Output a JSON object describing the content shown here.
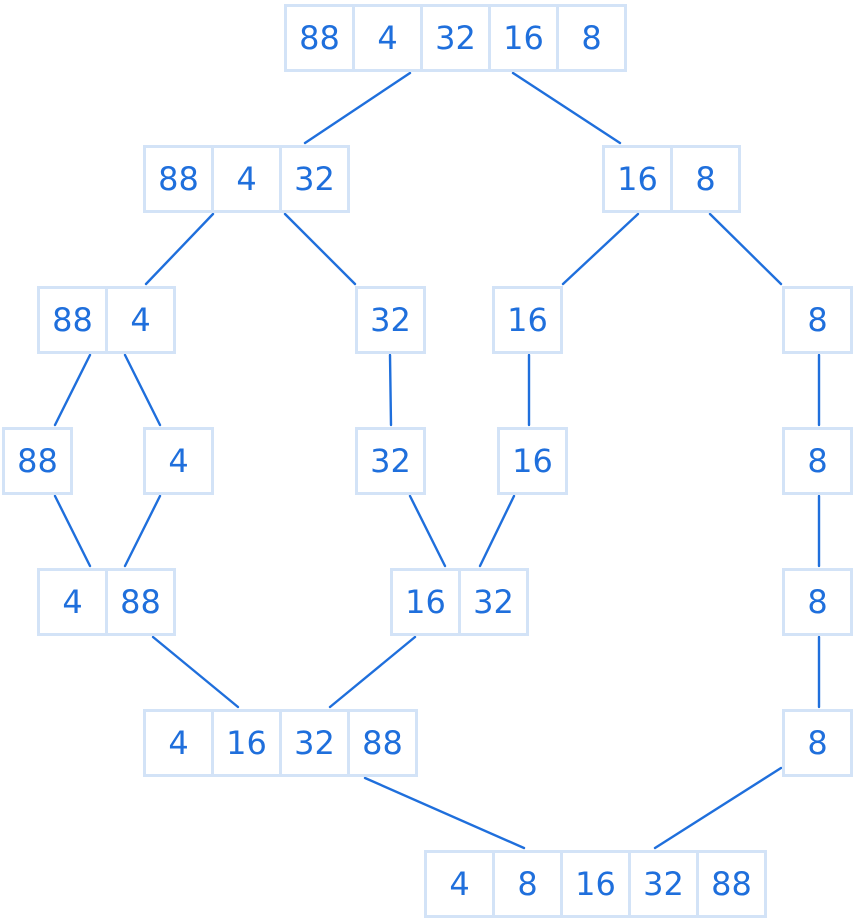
{
  "accent_color": "#1f6fdc",
  "cell_border_color": "#d3e3f7",
  "arrays": [
    {
      "id": "root",
      "values": [
        "88",
        "4",
        "32",
        "16",
        "8"
      ]
    },
    {
      "id": "split-left",
      "values": [
        "88",
        "4",
        "32"
      ]
    },
    {
      "id": "split-right",
      "values": [
        "16",
        "8"
      ]
    },
    {
      "id": "split-88-4",
      "values": [
        "88",
        "4"
      ]
    },
    {
      "id": "split-32",
      "values": [
        "32"
      ]
    },
    {
      "id": "split-16",
      "values": [
        "16"
      ]
    },
    {
      "id": "split-8-a",
      "values": [
        "8"
      ]
    },
    {
      "id": "leaf-88",
      "values": [
        "88"
      ]
    },
    {
      "id": "leaf-4",
      "values": [
        "4"
      ]
    },
    {
      "id": "leaf-32",
      "values": [
        "32"
      ]
    },
    {
      "id": "leaf-16",
      "values": [
        "16"
      ]
    },
    {
      "id": "leaf-8-b",
      "values": [
        "8"
      ]
    },
    {
      "id": "merge-4-88",
      "values": [
        "4",
        "88"
      ]
    },
    {
      "id": "merge-16-32",
      "values": [
        "16",
        "32"
      ]
    },
    {
      "id": "carry-8-c",
      "values": [
        "8"
      ]
    },
    {
      "id": "merge-4-16-32-88",
      "values": [
        "4",
        "16",
        "32",
        "88"
      ]
    },
    {
      "id": "carry-8-d",
      "values": [
        "8"
      ]
    },
    {
      "id": "result",
      "values": [
        "4",
        "8",
        "16",
        "32",
        "88"
      ]
    }
  ]
}
